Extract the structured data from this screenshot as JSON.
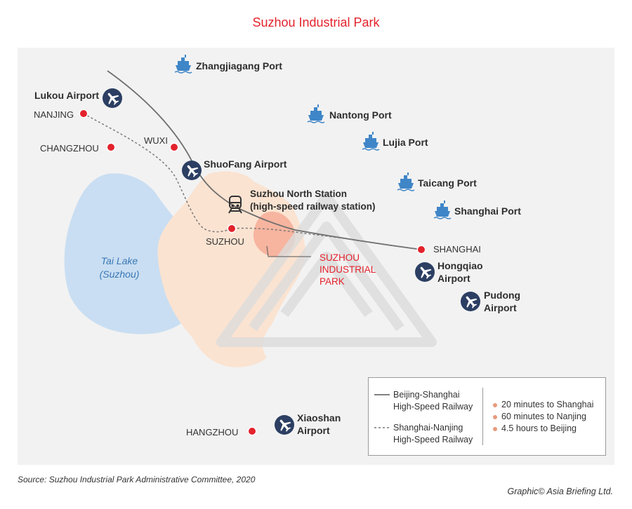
{
  "title": "Suzhou Industrial Park",
  "places": {
    "zhangjiagang_port": "Zhangjiagang Port",
    "nantong_port": "Nantong Port",
    "lujia_port": "Lujia Port",
    "taicang_port": "Taicang Port",
    "shanghai_port": "Shanghai Port",
    "lukou_airport": "Lukou Airport",
    "shuofang_airport": "ShuoFang Airport",
    "hongqiao_airport_1": "Hongqiao",
    "hongqiao_airport_2": "Airport",
    "pudong_airport_1": "Pudong",
    "pudong_airport_2": "Airport",
    "xiaoshan_airport_1": "Xiaoshan",
    "xiaoshan_airport_2": "Airport",
    "nanjing": "NANJING",
    "changzhou": "CHANGZHOU",
    "wuxi": "WUXI",
    "suzhou": "SUZHOU",
    "shanghai": "SHANGHAI",
    "hangzhou": "HANGZHOU",
    "station_line1": "Suzhou North Station",
    "station_line2": "(high-speed railway station)",
    "park_line1": "SUZHOU",
    "park_line2": "INDUSTRIAL",
    "park_line3": "PARK",
    "lake_line1": "Tai Lake",
    "lake_line2": "(Suzhou)"
  },
  "legend": {
    "beijing_line1": "Beijing-Shanghai",
    "beijing_line2": "High-Speed Railway",
    "nanjing_line1": "Shanghai-Nanjing",
    "nanjing_line2": "High-Speed Railway",
    "facts": [
      "20 minutes to Shanghai",
      "60 minutes to Nanjing",
      "4.5 hours to Beijing"
    ]
  },
  "source": "Source: Suzhou Industrial Park Administrative Committee, 2020",
  "credit": "Graphic© Asia Briefing Ltd.",
  "colors": {
    "accent_red": "#e3232c",
    "lake_blue": "#c9def2",
    "suzhou_area": "#fbe3d1",
    "park_area": "#f7b49f",
    "port_blue": "#3f86c8",
    "airport_navy": "#2c3f63"
  }
}
